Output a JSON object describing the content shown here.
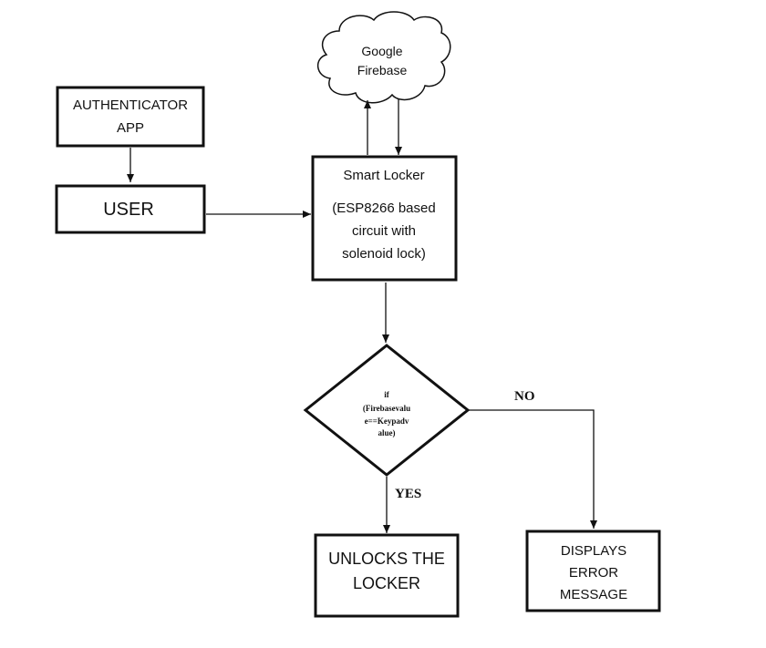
{
  "diagram": {
    "cloud": {
      "lines": [
        "Google",
        "Firebase"
      ]
    },
    "auth_app": {
      "lines": [
        "AUTHENTICATOR",
        "APP"
      ]
    },
    "user": {
      "lines": [
        "USER"
      ]
    },
    "smart_locker": {
      "lines": [
        "Smart Locker",
        "(ESP8266 based",
        "circuit with",
        "solenoid lock)"
      ]
    },
    "decision": {
      "lines": [
        "if",
        "(Firebasevalu",
        "e==Keypadv",
        "alue)"
      ]
    },
    "label_no": "NO",
    "label_yes": "YES",
    "unlock": {
      "lines": [
        "UNLOCKS THE",
        "LOCKER"
      ]
    },
    "error": {
      "lines": [
        "DISPLAYS",
        "ERROR",
        "MESSAGE"
      ]
    }
  },
  "colors": {
    "stroke": "#111111",
    "background": "#ffffff"
  }
}
